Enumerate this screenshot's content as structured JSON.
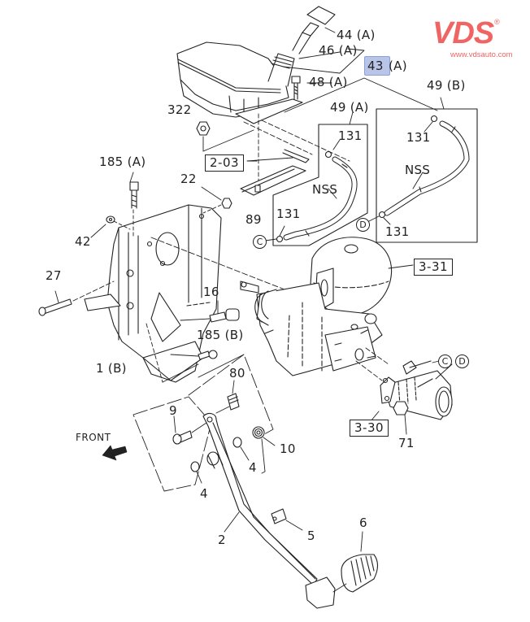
{
  "watermark": {
    "brand": "VDS",
    "registered_mark": "®",
    "url": "www.vdsauto.com",
    "color": "#f06464"
  },
  "diagram": {
    "title": "Clutch pedal, bracket, reservoir and master cylinder assembly",
    "orientation_label": "FRONT",
    "highlight_color": "#b9c5e8",
    "callouts": [
      {
        "id": "44A",
        "text": "44 (A)"
      },
      {
        "id": "46A",
        "text": "46 (A)"
      },
      {
        "id": "43A_num",
        "text": "43",
        "highlighted": true
      },
      {
        "id": "43A_suffix",
        "text": "(A)"
      },
      {
        "id": "48A",
        "text": "48 (A)"
      },
      {
        "id": "49B",
        "text": "49 (B)"
      },
      {
        "id": "49A",
        "text": "49 (A)"
      },
      {
        "id": "322",
        "text": "322"
      },
      {
        "id": "131a",
        "text": "131"
      },
      {
        "id": "131b",
        "text": "131"
      },
      {
        "id": "131c",
        "text": "131"
      },
      {
        "id": "131d",
        "text": "131"
      },
      {
        "id": "nss1",
        "text": "NSS"
      },
      {
        "id": "nss2",
        "text": "NSS"
      },
      {
        "id": "185A",
        "text": "185 (A)"
      },
      {
        "id": "22",
        "text": "22"
      },
      {
        "id": "89",
        "text": "89"
      },
      {
        "id": "42",
        "text": "42"
      },
      {
        "id": "27",
        "text": "27"
      },
      {
        "id": "16",
        "text": "16"
      },
      {
        "id": "185B",
        "text": "185 (B)"
      },
      {
        "id": "1B",
        "text": "1 (B)"
      },
      {
        "id": "80",
        "text": "80"
      },
      {
        "id": "9",
        "text": "9"
      },
      {
        "id": "10",
        "text": "10"
      },
      {
        "id": "4a",
        "text": "4"
      },
      {
        "id": "4b",
        "text": "4"
      },
      {
        "id": "71",
        "text": "71"
      },
      {
        "id": "2",
        "text": "2"
      },
      {
        "id": "5",
        "text": "5"
      },
      {
        "id": "6",
        "text": "6"
      }
    ],
    "reference_boxes": [
      {
        "id": "ref-2-03",
        "text": "2-03"
      },
      {
        "id": "ref-3-31",
        "text": "3-31"
      },
      {
        "id": "ref-3-30",
        "text": "3-30"
      }
    ],
    "connectors": [
      {
        "id": "C1",
        "text": "C"
      },
      {
        "id": "D1",
        "text": "D"
      },
      {
        "id": "C2",
        "text": "C"
      },
      {
        "id": "D2",
        "text": "D"
      }
    ]
  }
}
